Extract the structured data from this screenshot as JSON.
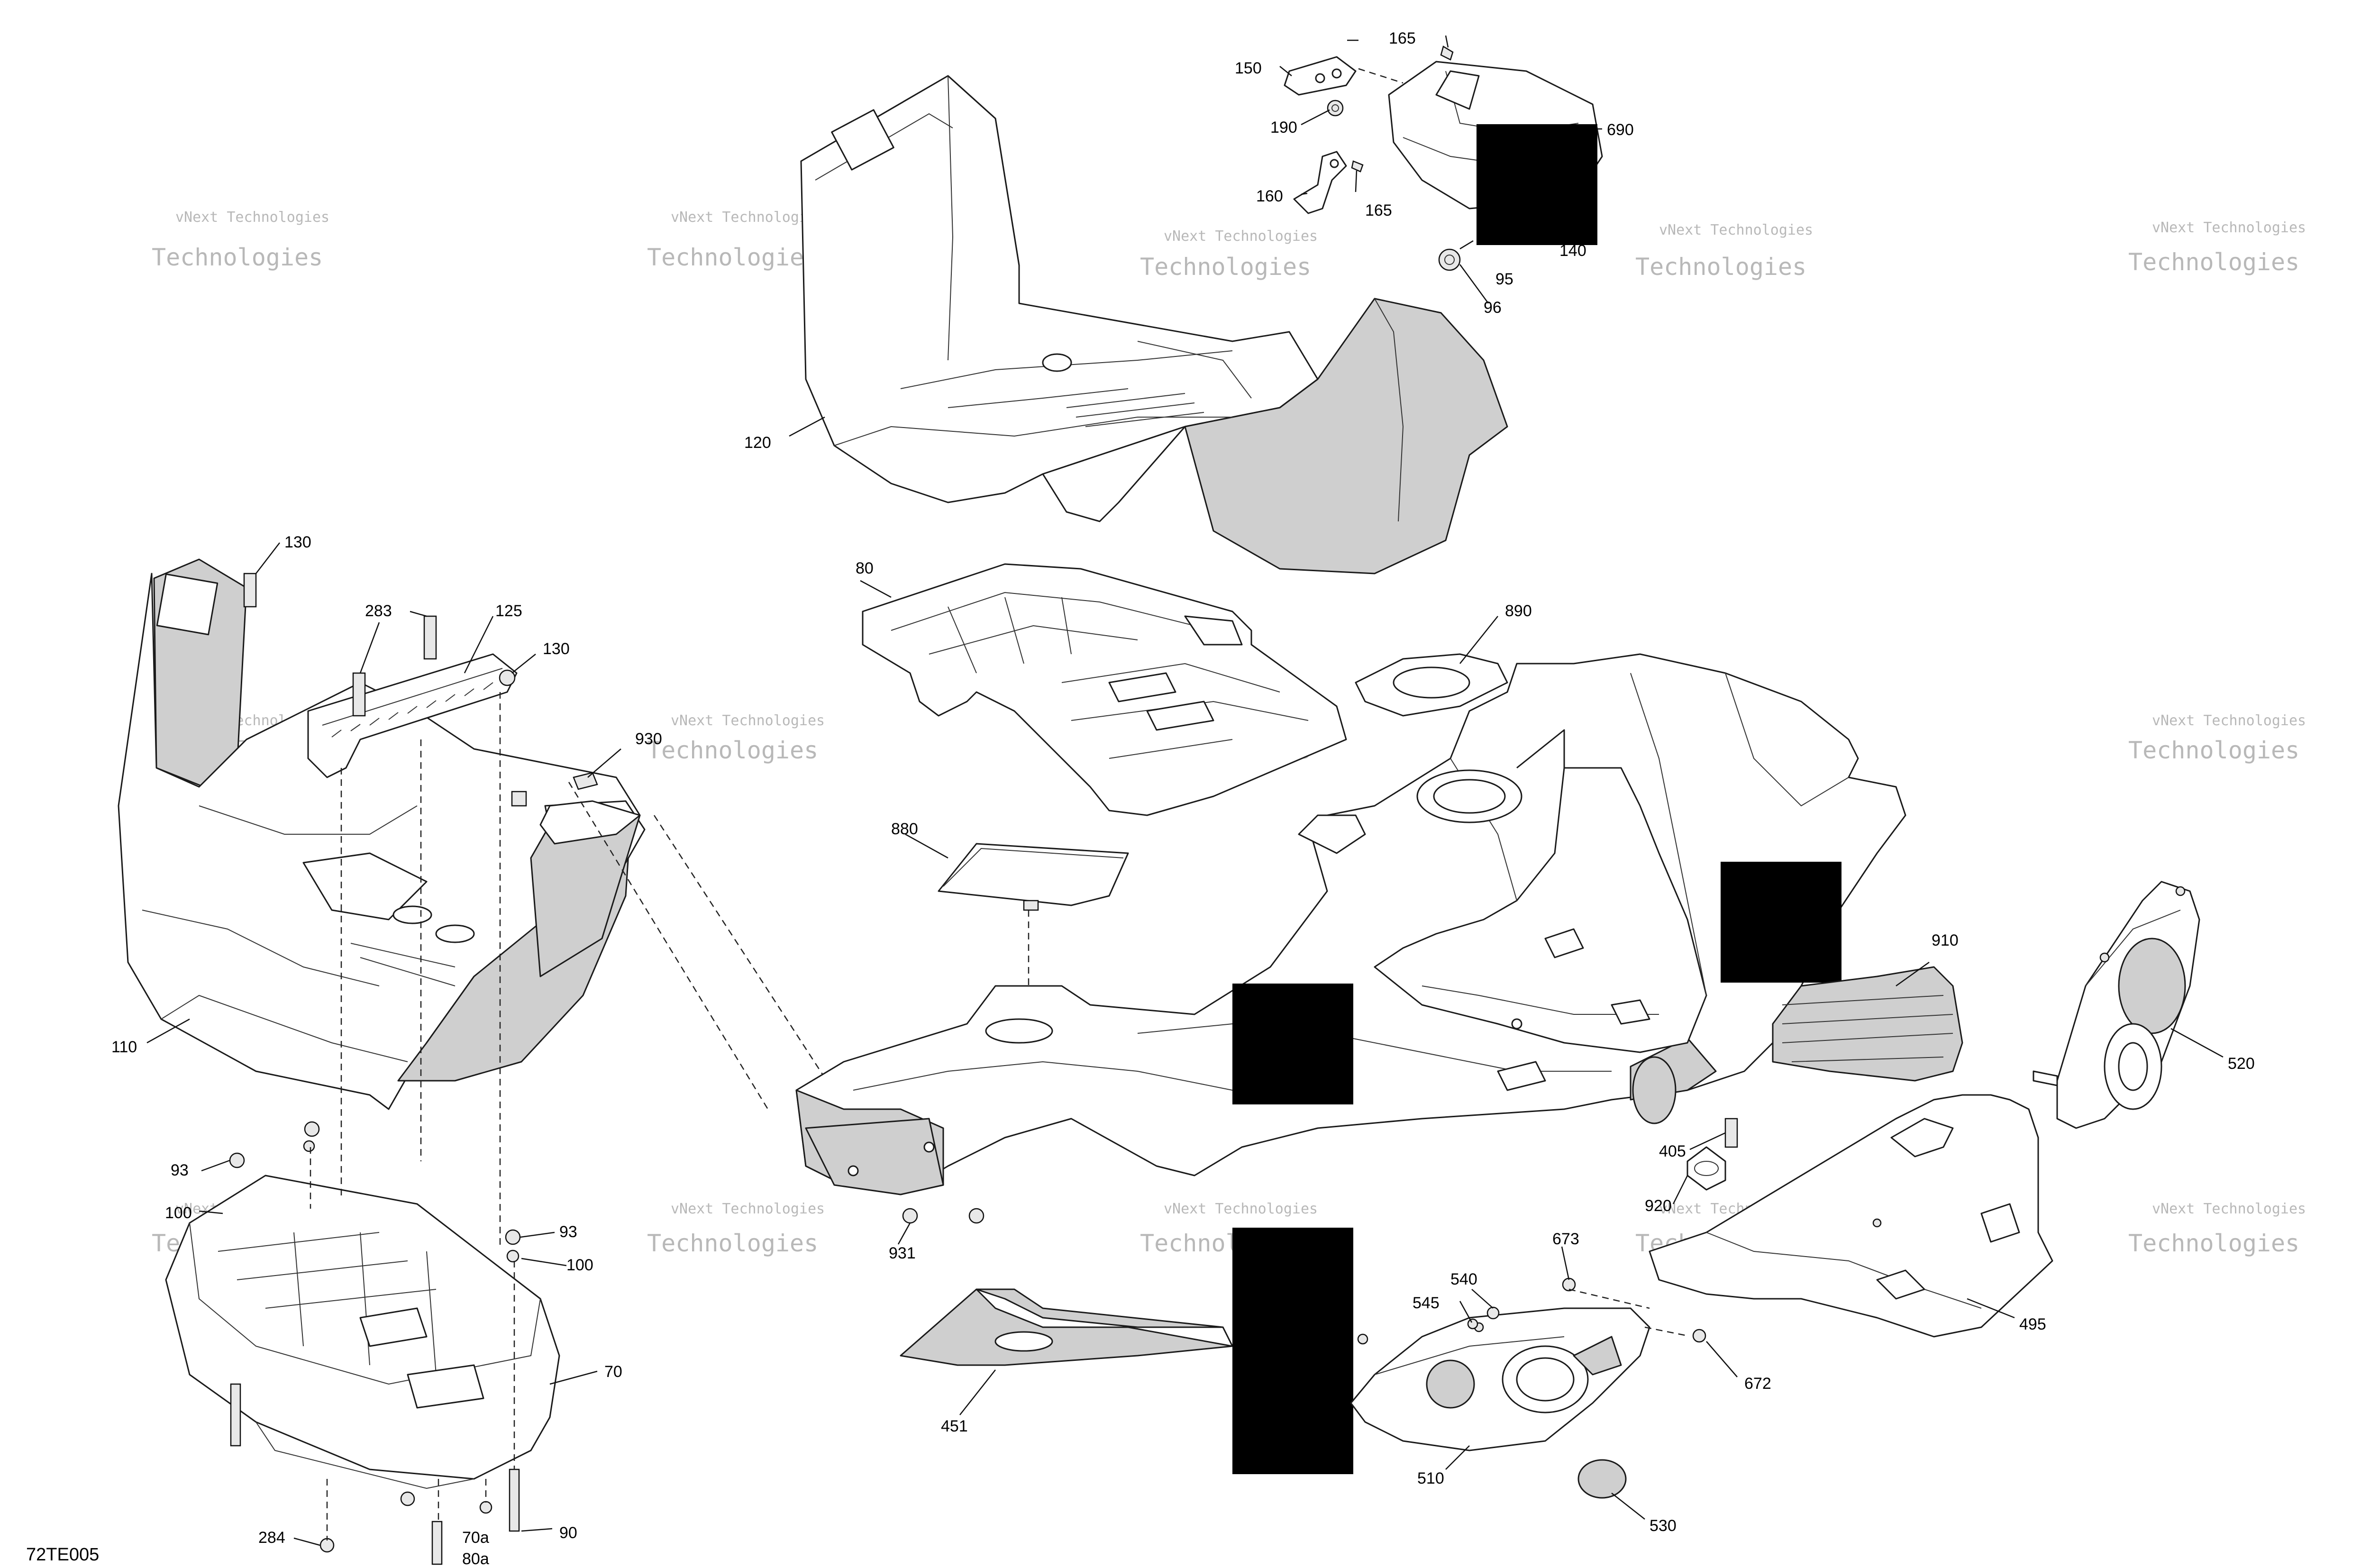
{
  "drawing_code": "72TE005",
  "watermark": {
    "line1": "vNext Technologies",
    "line2": "Technologies"
  },
  "callouts": {
    "c165a": "165",
    "c150": "150",
    "c690": "690",
    "c190": "190",
    "c160": "160",
    "c165b": "165",
    "c140": "140",
    "c95": "95",
    "c96": "96",
    "c120": "120",
    "c130a": "130",
    "c283": "283",
    "c125": "125",
    "c130b": "130",
    "c80": "80",
    "c890": "890",
    "c930": "930",
    "c880": "880",
    "c910": "910",
    "c110": "110",
    "c520": "520",
    "c93a": "93",
    "c405": "405",
    "c100a": "100",
    "c920": "920",
    "c931": "931",
    "c93b": "93",
    "c100b": "100",
    "c673": "673",
    "c540": "540",
    "c545": "545",
    "c495": "495",
    "c70": "70",
    "c672": "672",
    "c451": "451",
    "c510": "510",
    "c530": "530",
    "c284": "284",
    "c90": "90",
    "c70a": "70a",
    "c80a": "80a"
  }
}
